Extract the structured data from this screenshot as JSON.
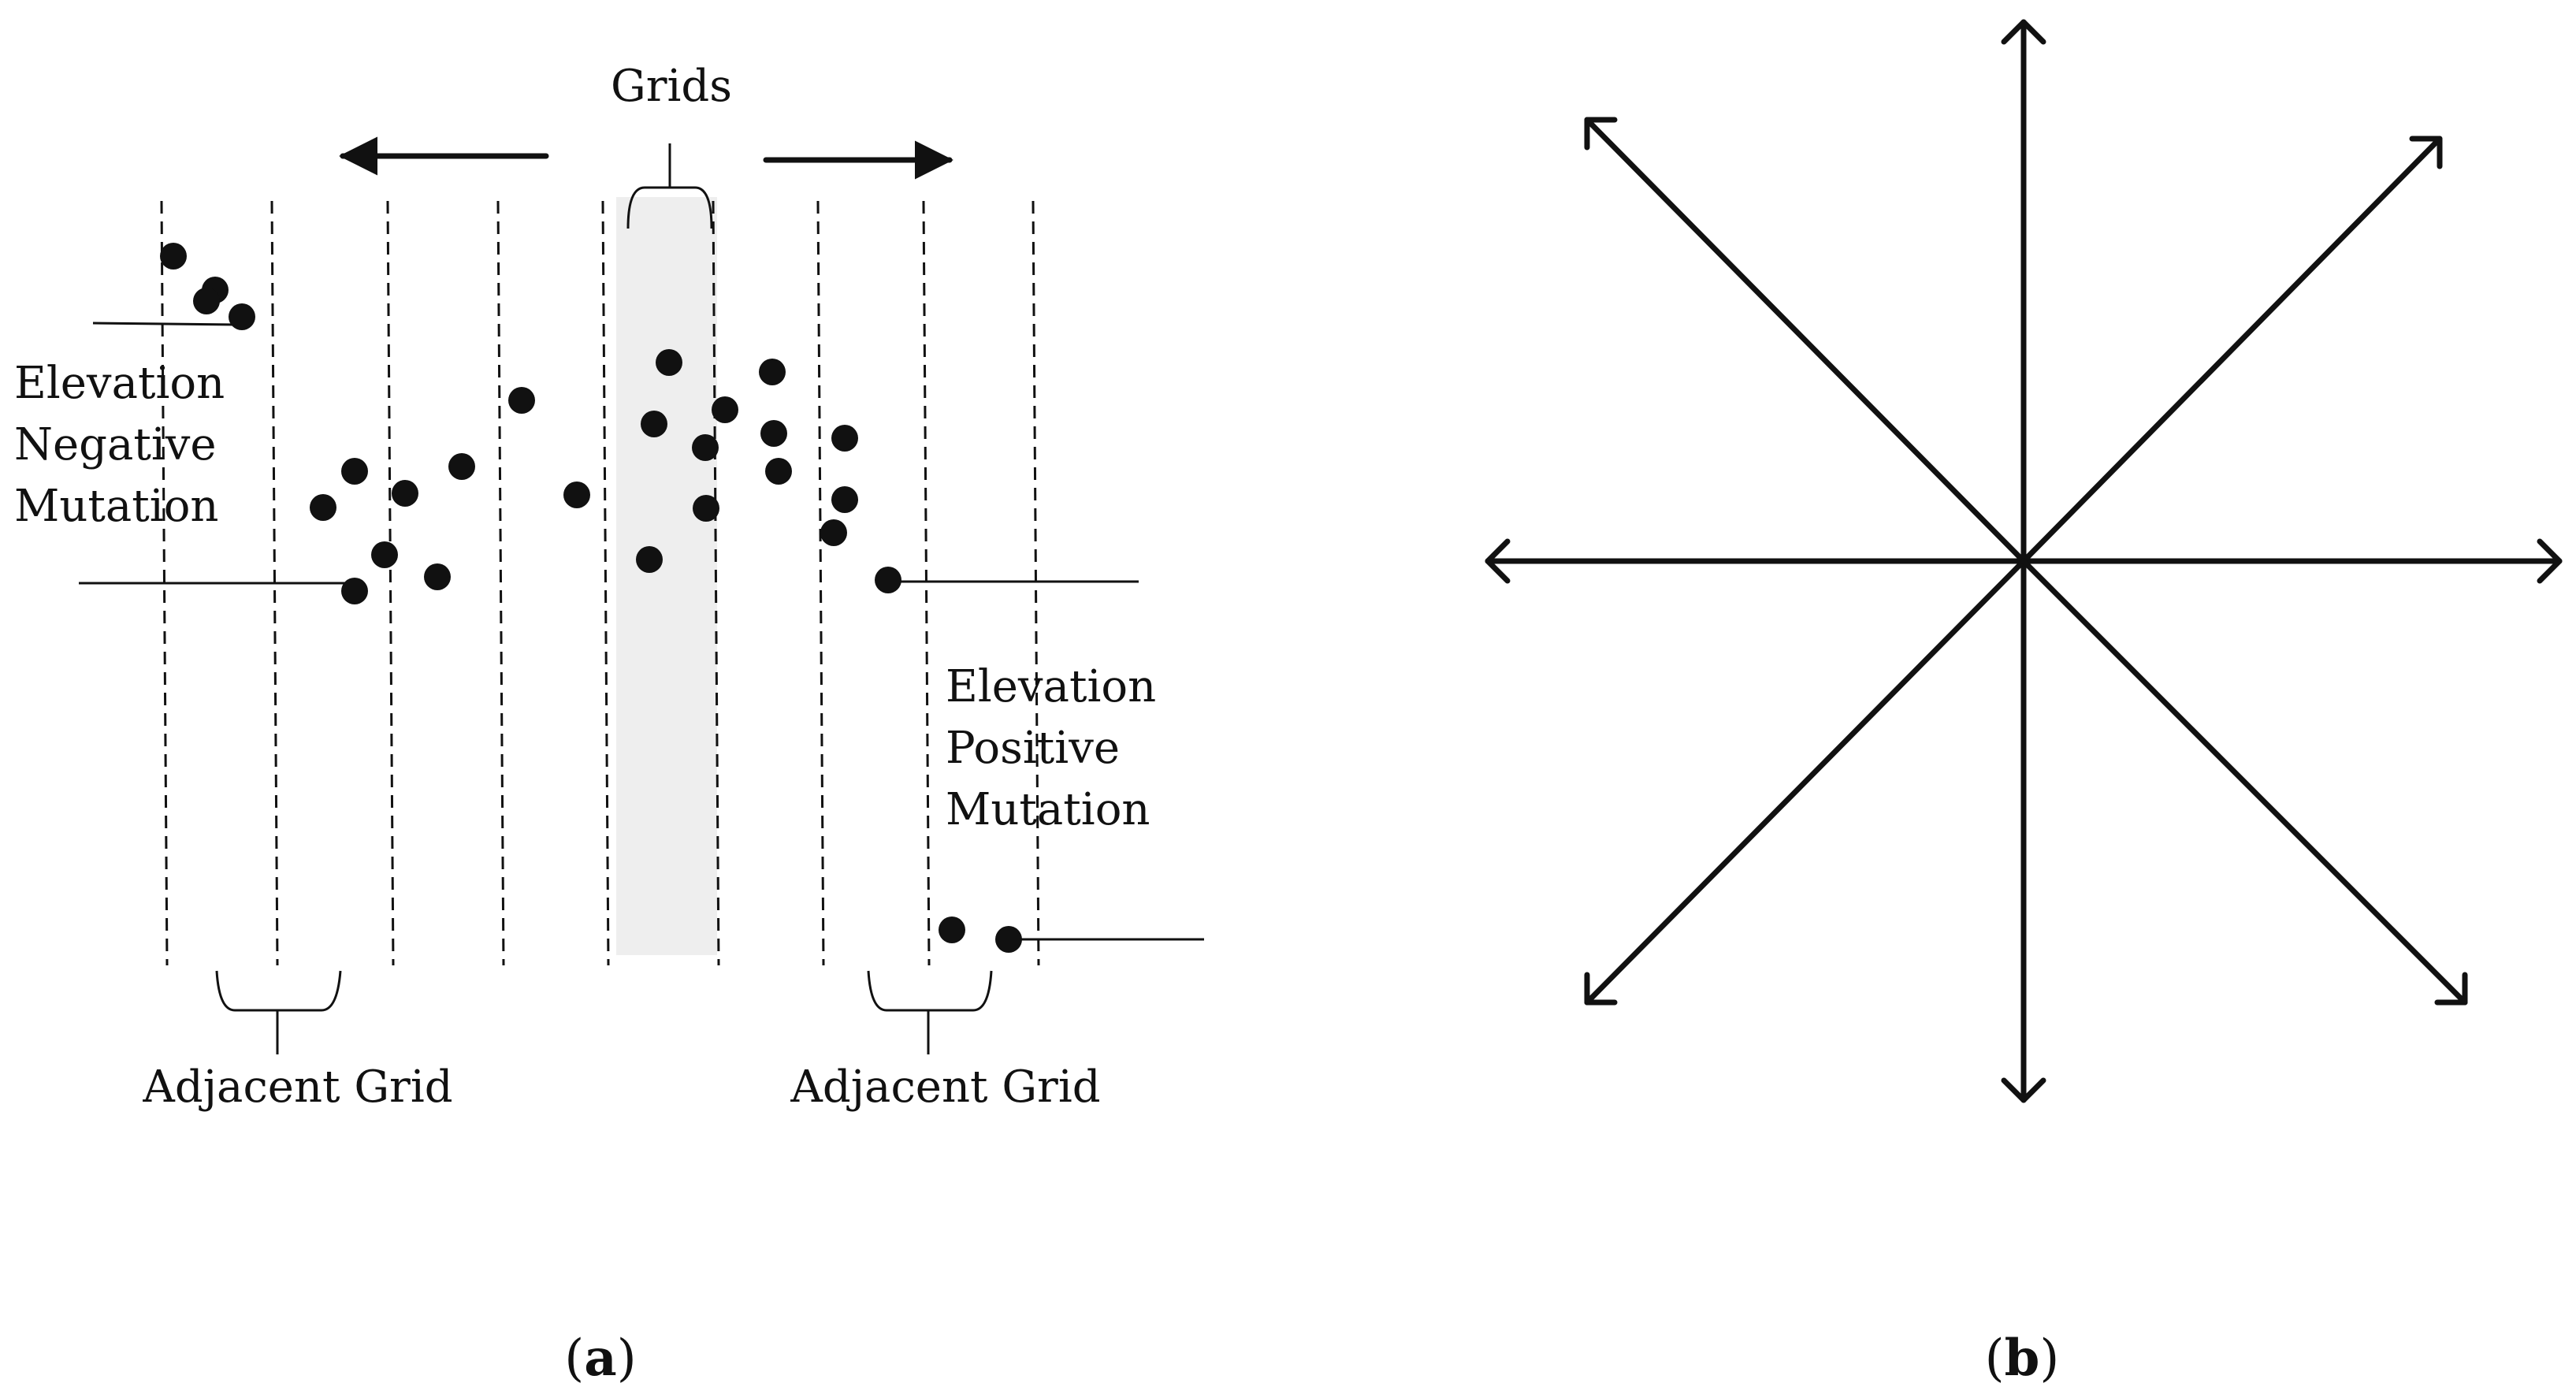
{
  "panel_a": {
    "labels": {
      "grids": "Grids",
      "negative_mutation": [
        "Elevation",
        "Negative",
        "Mutation"
      ],
      "positive_mutation": [
        "Elevation",
        "Positive",
        "Mutation"
      ],
      "adjacent_grid_left": "Adjacent Grid",
      "adjacent_grid_right": "Adjacent Grid"
    },
    "caption": {
      "open": "(",
      "letter": "a",
      "close": ")"
    }
  },
  "panel_b": {
    "caption": {
      "open": "(",
      "letter": "b",
      "close": ")"
    }
  },
  "colors": {
    "ink": "#111111",
    "highlight_column": "#eeeeee",
    "background": "#ffffff"
  }
}
